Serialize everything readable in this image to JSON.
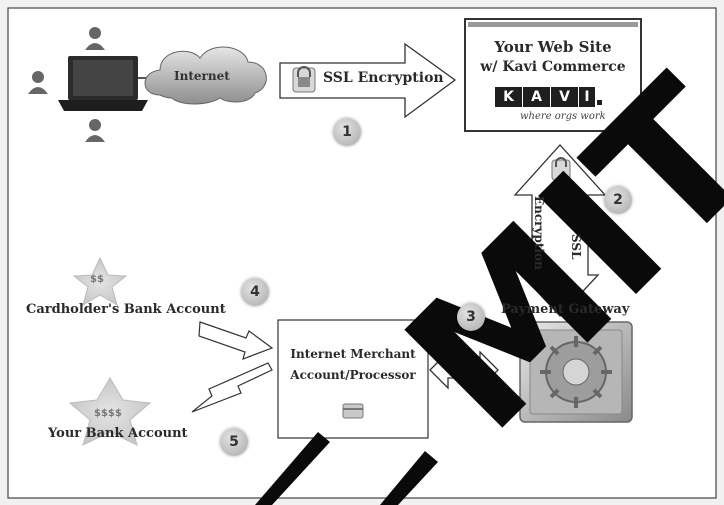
{
  "internet_label": "Internet",
  "ssl_label": "SSL Encryption",
  "website": {
    "title_line1": "Your Web Site",
    "title_line2": "w/ Kavi Commerce",
    "logo_letters": [
      "K",
      "A",
      "V",
      "I"
    ],
    "tagline": "where orgs work"
  },
  "ssl_vertical_label_1": "SSL",
  "ssl_vertical_label_2": "Encryption",
  "cardholder_symbol": "$$",
  "cardholder_label": "Cardholder's Bank Account",
  "merchant_line1": "Internet Merchant",
  "merchant_line2": "Account/Processor",
  "payment_gateway_label": "Payment Gateway",
  "bank_symbol": "$$$$",
  "bank_label": "Your Bank Account",
  "step_numbers": [
    "1",
    "2",
    "3",
    "4",
    "5"
  ],
  "watermark": "MIT"
}
